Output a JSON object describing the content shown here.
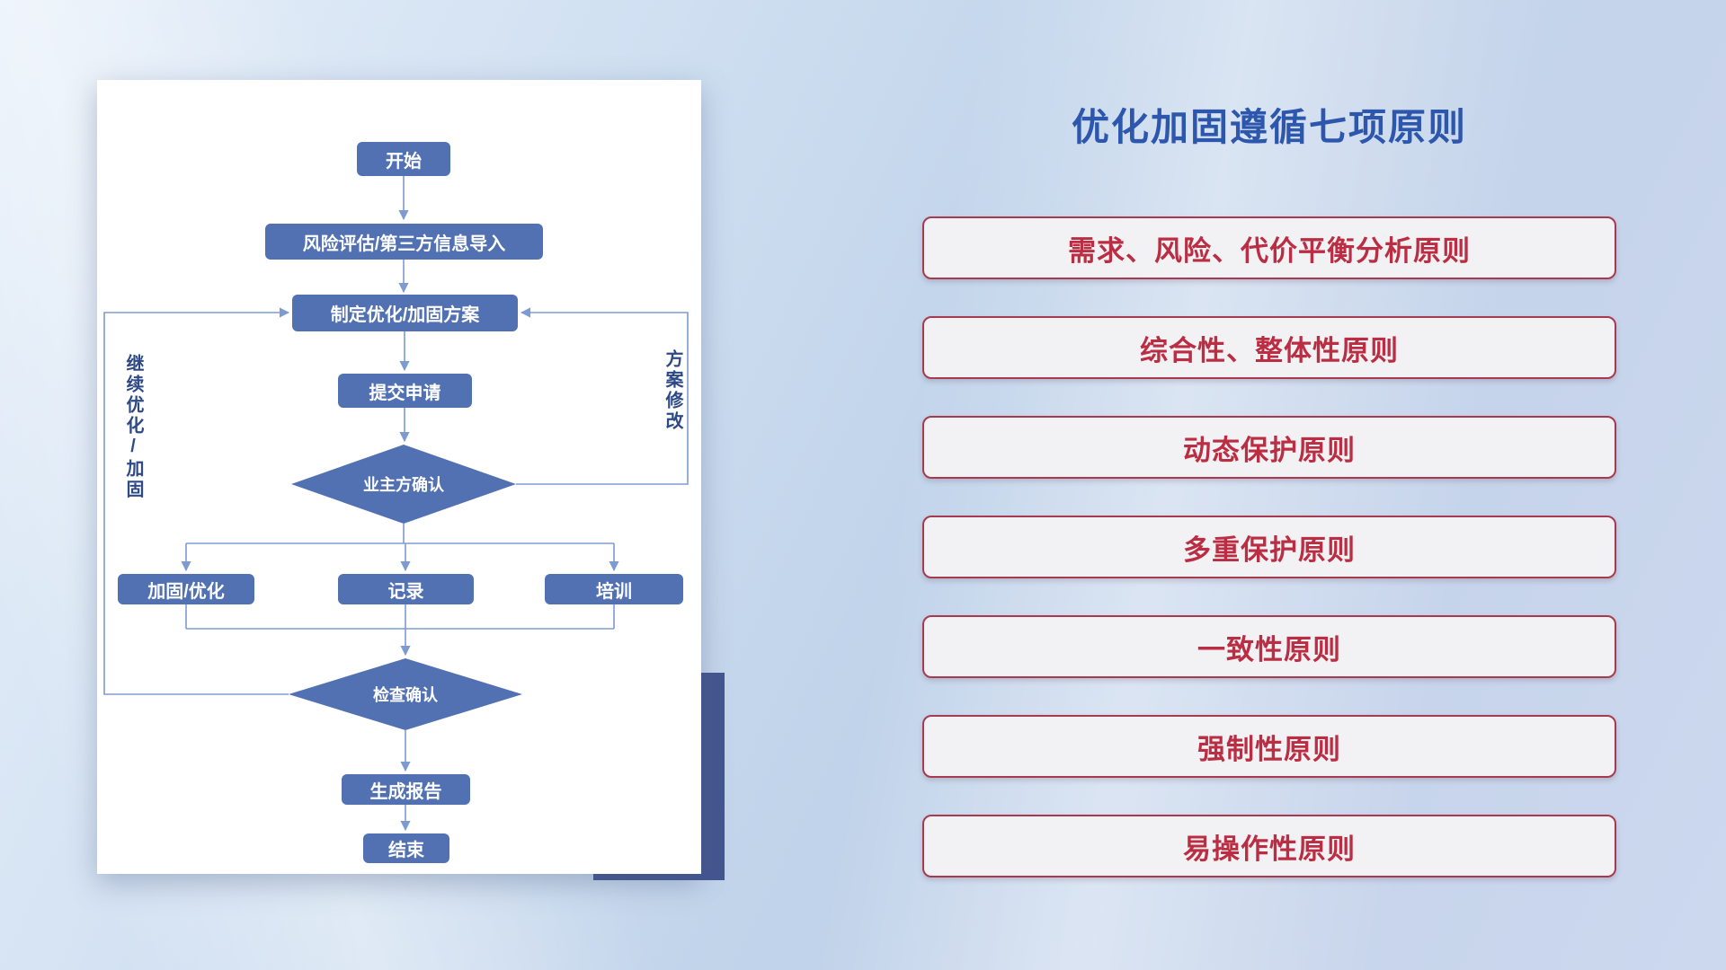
{
  "title": "优化加固遵循七项原则",
  "colors": {
    "node-blue": "#5271b2",
    "line-blue": "#7e9bd1",
    "title-blue": "#2c57ac",
    "principle-red": "#ba2d43",
    "principle-border": "#a83a50",
    "principle-bg": "#f2f2f4",
    "label-navy": "#2e4a86",
    "shadow-block-blue": "#44568f"
  },
  "flowchart": {
    "nodes": {
      "start": "开始",
      "risk": "风险评估/第三方信息导入",
      "plan": "制定优化/加固方案",
      "submit": "提交申请",
      "owner_confirm": "业主方确认",
      "harden": "加固/优化",
      "record": "记录",
      "training": "培训",
      "check_confirm": "检查确认",
      "report": "生成报告",
      "end": "结束"
    },
    "edges": [
      {
        "from": "start",
        "to": "risk"
      },
      {
        "from": "risk",
        "to": "plan"
      },
      {
        "from": "plan",
        "to": "submit"
      },
      {
        "from": "submit",
        "to": "owner_confirm"
      },
      {
        "from": "owner_confirm",
        "to": "harden"
      },
      {
        "from": "owner_confirm",
        "to": "record"
      },
      {
        "from": "owner_confirm",
        "to": "training"
      },
      {
        "from": "harden",
        "to": "check_confirm"
      },
      {
        "from": "record",
        "to": "check_confirm"
      },
      {
        "from": "training",
        "to": "check_confirm"
      },
      {
        "from": "check_confirm",
        "to": "report"
      },
      {
        "from": "report",
        "to": "end"
      },
      {
        "from": "check_confirm",
        "to": "plan",
        "label": "继续优化/加固"
      },
      {
        "from": "owner_confirm",
        "to": "plan",
        "label": "方案修改"
      }
    ]
  },
  "principles": [
    "需求、风险、代价平衡分析原则",
    "综合性、整体性原则",
    "动态保护原则",
    "多重保护原则",
    "一致性原则",
    "强制性原则",
    "易操作性原则"
  ]
}
